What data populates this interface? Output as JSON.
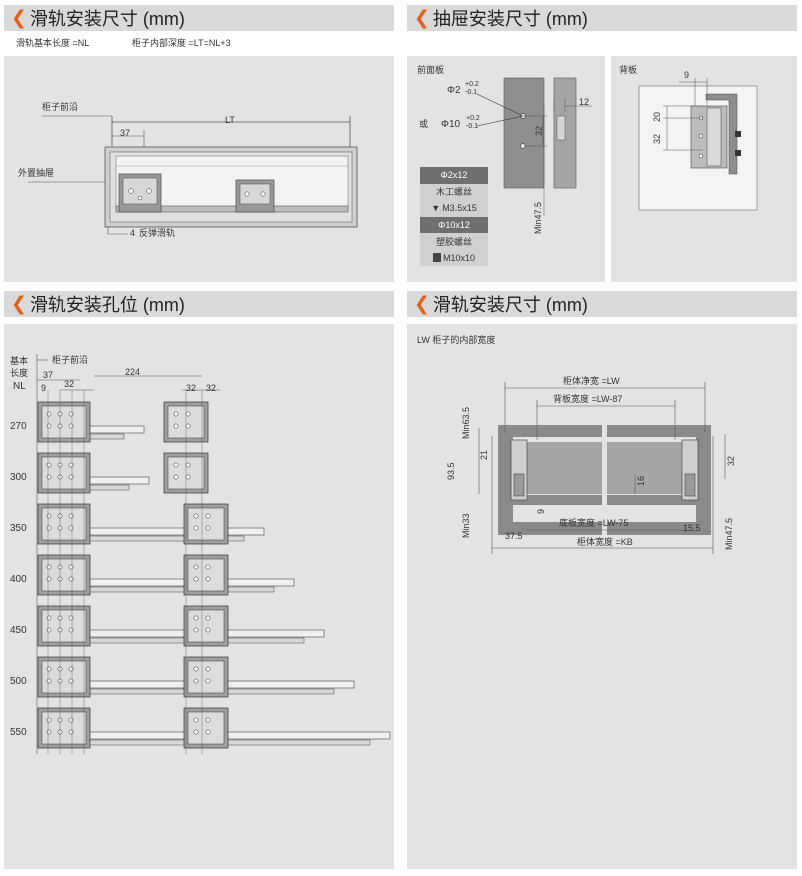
{
  "sections": {
    "install_size": "滑轨安装尺寸 (mm)",
    "drawer_install": "抽屉安装尺寸 (mm)",
    "hole_positions": "滑轨安装孔位 (mm)",
    "install_size_2": "滑轨安装尺寸 (mm)"
  },
  "install": {
    "nl_label": "滑轨基本长度 =NL",
    "lt_label": "柜子内部深度 =LT=NL+3",
    "cabinet_front": "柜子前沿",
    "external_drawer": "外置抽屉",
    "lt": "LT",
    "dim_37": "37",
    "dim_4": "4",
    "rebound_rail": "反弹滑轨"
  },
  "drawer": {
    "front_panel": "前面板",
    "back_panel": "背板",
    "phi2": "Φ2",
    "phi10": "Φ10",
    "tol_plus": "+0.2",
    "tol_minus": "-0.1",
    "or": "或",
    "dim_12": "12",
    "dim_32": "32",
    "min47": "Min47.5",
    "dim_9": "9",
    "dim_20": "20",
    "dim_32b": "32",
    "legend": [
      "Φ2x12",
      "木工螺丝",
      "M3.5x15",
      "Φ10x12",
      "塑胶螺丝",
      "M10x10"
    ]
  },
  "holes": {
    "header_l1": "基本",
    "header_l2": "长度",
    "header_l3": "NL",
    "cabinet_front": "柜子前沿",
    "d37": "37",
    "d9": "9",
    "d32a": "32",
    "d224": "224",
    "d32b": "32",
    "d32c": "32",
    "lengths": [
      "270",
      "300",
      "350",
      "400",
      "450",
      "500",
      "550"
    ]
  },
  "width": {
    "lw_label": "LW 柜子的内部宽度",
    "net_width": "柜体净宽 =LW",
    "back_width": "背板宽度 =LW-87",
    "bottom_width": "底板宽度 =LW-75",
    "cab_width": "柜体宽度 =KB",
    "min63": "Min63.5",
    "d93": "93.5",
    "d21": "21",
    "d16": "16",
    "d32": "32",
    "min33": "Min33",
    "d9": "9",
    "d37": "37.5",
    "d15": "15.5",
    "min47": "Min47.5"
  }
}
